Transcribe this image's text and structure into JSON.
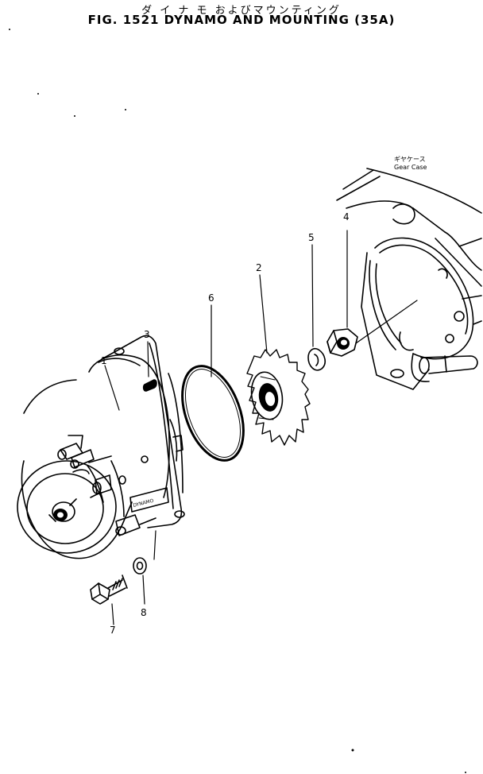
{
  "title_jp": "ダ イ ナ モ およびマウンティング",
  "title_en": "FIG. 1521  DYNAMO AND MOUNTING (35A)",
  "gear_case_jp": "ギヤケース",
  "gear_case_en": "Gear Case",
  "part_numbers": [
    "1",
    "2",
    "3",
    "4",
    "5",
    "6",
    "7",
    "8"
  ]
}
